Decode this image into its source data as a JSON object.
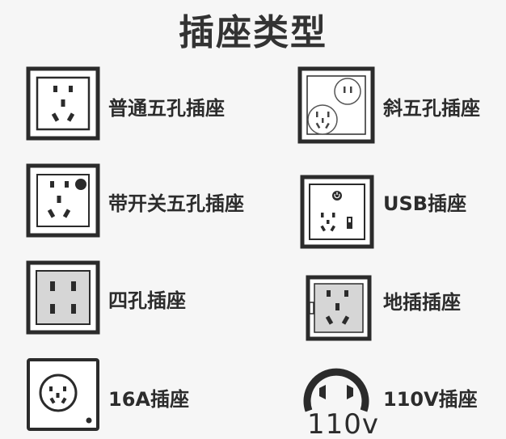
{
  "title": "插座类型",
  "items": [
    {
      "label": "普通五孔插座"
    },
    {
      "label": "斜五孔插座"
    },
    {
      "label": "带开关五孔插座"
    },
    {
      "label": "USB插座"
    },
    {
      "label": "四孔插座"
    },
    {
      "label": "地插插座"
    },
    {
      "label": "16A插座"
    },
    {
      "label": "110V插座"
    }
  ],
  "volt_text": "110v",
  "colors": {
    "stroke": "#2b2b2b",
    "background": "#f6f6f6",
    "panel": "#ffffff",
    "gray_panel": "#d6d6d6"
  }
}
